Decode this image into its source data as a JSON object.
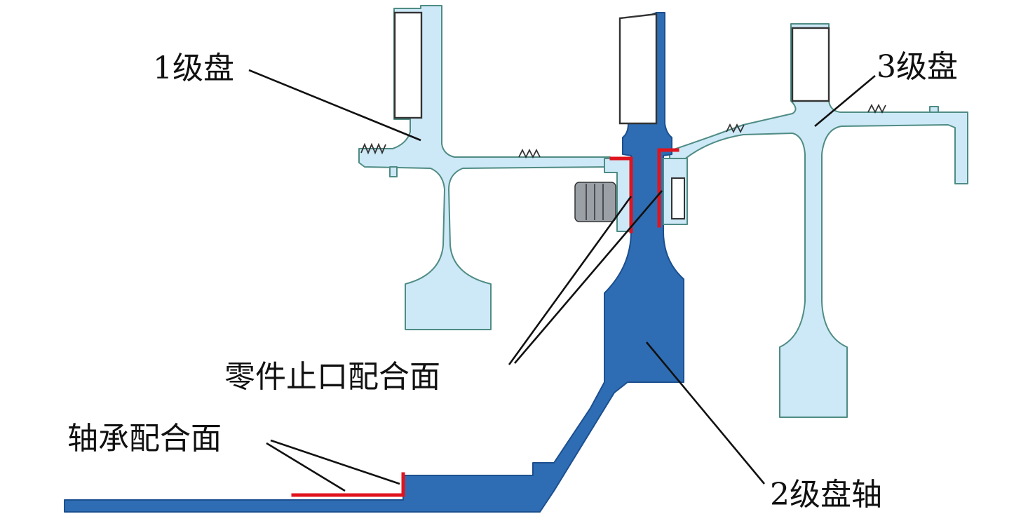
{
  "labels": {
    "disk1": "1级盘",
    "disk3": "3级盘",
    "spigot_face": "零件止口配合面",
    "bearing_face": "轴承配合面",
    "disk2_shaft": "2级盘轴"
  },
  "colors": {
    "light_disk_fill": "#cde8f6",
    "light_disk_outline": "#4f8c84",
    "shaft_fill": "#2e6db4",
    "mating_surface": "#e0141e",
    "leader_line": "#111111"
  }
}
